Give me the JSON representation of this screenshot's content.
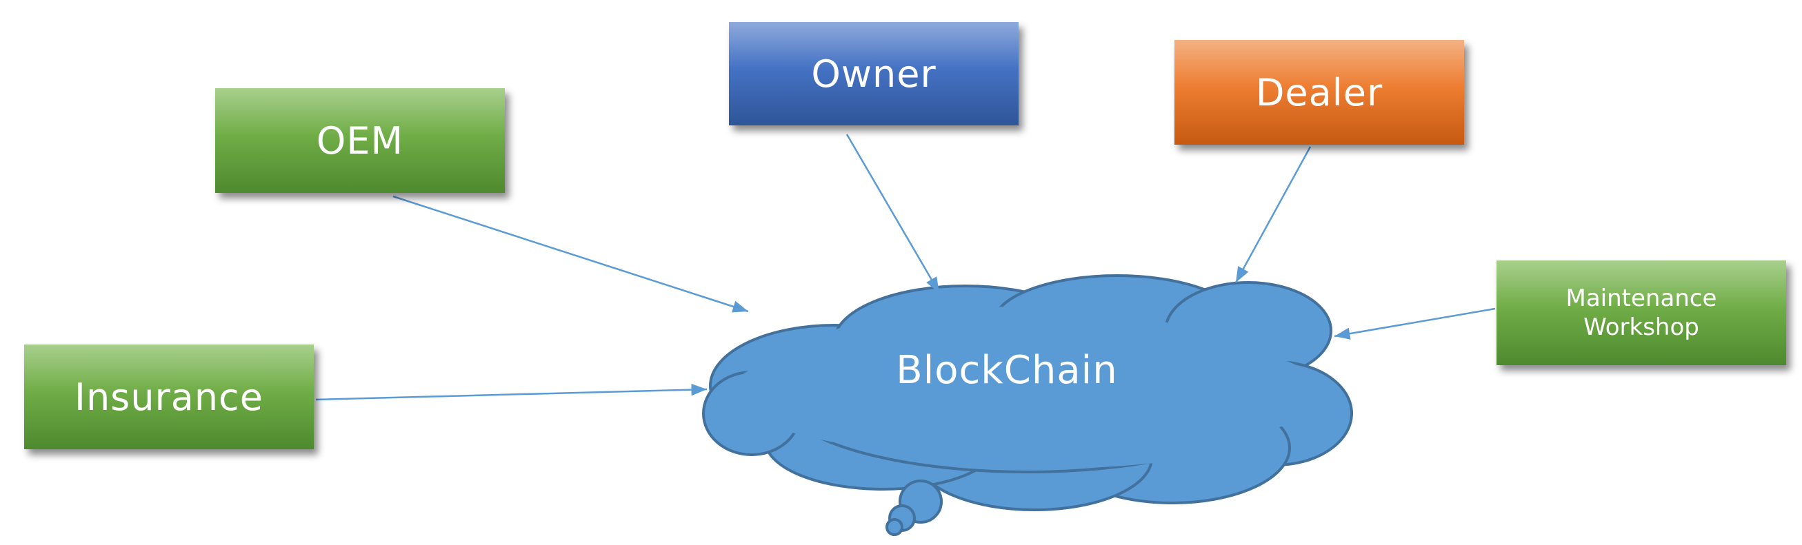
{
  "nodes": {
    "oem": "OEM",
    "owner": "Owner",
    "dealer": "Dealer",
    "insurance": "Insurance",
    "workshop": "Maintenance\nWorkshop"
  },
  "center": "BlockChain",
  "colors": {
    "green": "#70ad47",
    "blue": "#4472c4",
    "orange": "#ed7d31",
    "cloud_fill": "#5b9bd5",
    "cloud_stroke": "#41719c",
    "arrow": "#5b9bd5"
  }
}
